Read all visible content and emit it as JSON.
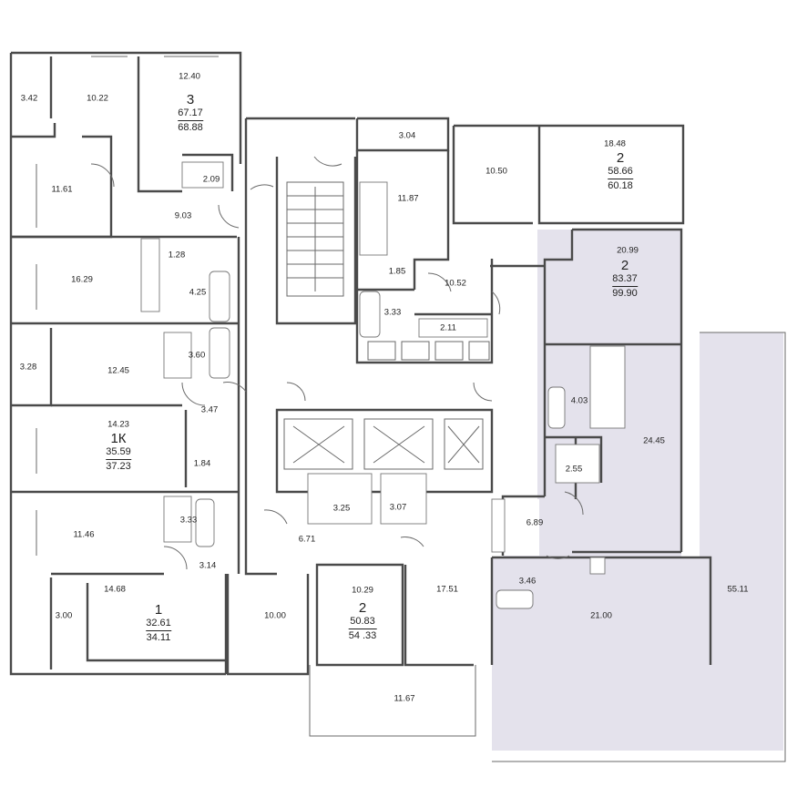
{
  "colors": {
    "wall": "#4a4a4a",
    "highlight": "#e4e2ec",
    "background": "#ffffff"
  },
  "apartments": [
    {
      "id": "a3",
      "rooms": "3",
      "living": "67.17",
      "total": "68.88"
    },
    {
      "id": "a2top",
      "rooms": "2",
      "living": "58.66",
      "total": "60.18"
    },
    {
      "id": "a2right",
      "rooms": "2",
      "living": "83.37",
      "total": "99.90"
    },
    {
      "id": "a1k",
      "rooms": "1К",
      "living": "35.59",
      "total": "37.23"
    },
    {
      "id": "a1",
      "rooms": "1",
      "living": "32.61",
      "total": "34.11"
    },
    {
      "id": "a2bottom",
      "rooms": "2",
      "living": "50.83",
      "total": "54 .33"
    }
  ],
  "room_areas": [
    "3.42",
    "10.22",
    "12.40",
    "11.61",
    "2.09",
    "9.03",
    "1.28",
    "16.29",
    "4.25",
    "3.28",
    "12.45",
    "3.60",
    "3.47",
    "14.23",
    "1.84",
    "11.46",
    "3.33",
    "3.14",
    "3.00",
    "14.68",
    "10.00",
    "10.29",
    "6.71",
    "3.25",
    "3.07",
    "17.51",
    "11.67",
    "3.04",
    "11.87",
    "1.85",
    "10.52",
    "3.33",
    "2.11",
    "10.50",
    "18.48",
    "20.99",
    "4.03",
    "24.45",
    "2.55",
    "6.89",
    "3.46",
    "21.00",
    "55.11"
  ]
}
